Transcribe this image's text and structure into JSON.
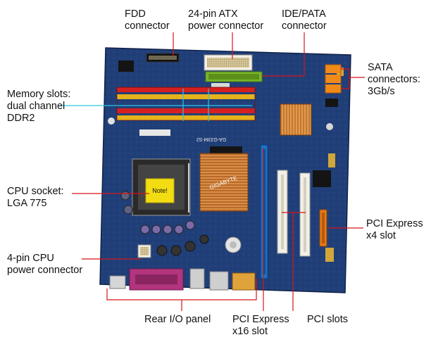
{
  "labels": {
    "fdd": "FDD\nconnector",
    "atx": "24-pin ATX\npower connector",
    "ide": "IDE/PATA\nconnector",
    "sata": "SATA\nconnectors:\n3Gb/s",
    "memory": "Memory slots:\ndual channel\nDDR2",
    "cpu_socket": "CPU socket:\nLGA 775",
    "cpu_power": "4-pin CPU\npower connector",
    "rear_io": "Rear I/O panel",
    "pcie_x16": "PCI Express\nx16 slot",
    "pci_slots": "PCI slots",
    "pcie_x4": "PCI Express\nx4 slot"
  },
  "board_marks": {
    "brand": "GIGABYTE",
    "model": "GA-G33M-S2",
    "chip_label": "Note!"
  },
  "colors": {
    "leader_red": "#d8141b",
    "leader_cyan": "#2fc7e6",
    "pcb": "#1e3f7a",
    "dimm_red": "#d42020",
    "dimm_yellow": "#e6b21a",
    "pcie_blue": "#1a72c8",
    "pci_white": "#f2f0e6",
    "pcie_x4_orange": "#e87a1a",
    "sata_orange": "#f08a18",
    "heatsink": "#c9702a",
    "ide_green": "#7ab628"
  }
}
